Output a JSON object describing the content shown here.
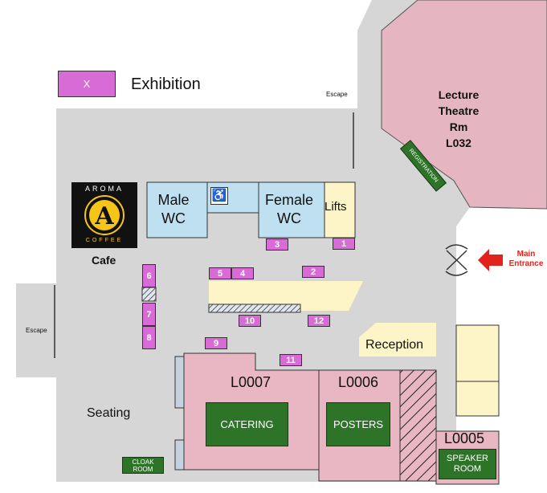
{
  "legend": {
    "marker": "X",
    "label": "Exhibition"
  },
  "rooms": {
    "lecture_theatre": [
      "Lecture",
      "Theatre",
      "Rm",
      "L032"
    ],
    "male_wc": [
      "Male",
      "WC"
    ],
    "female_wc": [
      "Female",
      "WC"
    ],
    "lifts": "Lifts",
    "cafe": "Cafe",
    "reception": "Reception",
    "seating": "Seating",
    "l0007": "L0007",
    "l0006": "L0006",
    "l0005": "L0005",
    "catering": "CATERING",
    "posters": "POSTERS",
    "speaker_room": [
      "SPEAKER",
      "ROOM"
    ],
    "cloak_room": [
      "CLOAK",
      "ROOM"
    ],
    "registration": "REGISTRATION",
    "escape_top": "Escape",
    "escape_left": "Escape",
    "main_entrance": [
      "Main",
      "Entrance"
    ]
  },
  "logo": {
    "top_text": "AROMA",
    "bottom_text": "COFFEE"
  },
  "exhibits": {
    "e1": "1",
    "e2": "2",
    "e3": "3",
    "e4": "4",
    "e5": "5",
    "e6": "6",
    "e7": "7",
    "e8": "8",
    "e9": "9",
    "e10": "10",
    "e11": "11",
    "e12": "12"
  },
  "colors": {
    "floor": "#d6d6d6",
    "exhibit": "#d96bd6",
    "wc": "#bfe0f0",
    "lecture": "#e5b6c1",
    "room": "#e8b7c3",
    "service": "#2e7428",
    "reception": "#fdf5c7",
    "arrow": "#e0231b"
  }
}
